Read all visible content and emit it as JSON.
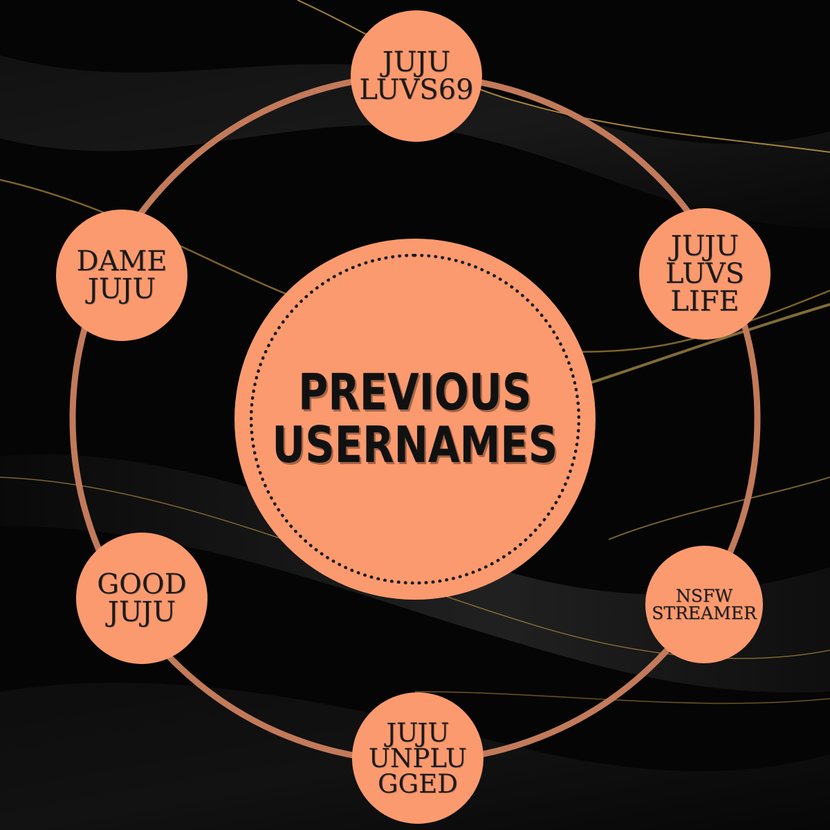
{
  "colors": {
    "background": "#050505",
    "accent": "#fb9a6e",
    "ring": "#c27a5a",
    "text": "#1a1a1a",
    "wave_gold": "#c9a24a"
  },
  "center": {
    "title_line1": "PREVIOUS",
    "title_line2": "USERNAMES"
  },
  "usernames": [
    {
      "lines": [
        "JUJU",
        "LUVS69"
      ]
    },
    {
      "lines": [
        "JUJU",
        "LUVS",
        "LIFE"
      ]
    },
    {
      "lines": [
        "NSFW",
        "STREAMER"
      ]
    },
    {
      "lines": [
        "JUJU",
        "UNPLU",
        "GGED"
      ]
    },
    {
      "lines": [
        "GOOD",
        "JUJU"
      ]
    },
    {
      "lines": [
        "DAME",
        "JUJU"
      ]
    }
  ]
}
